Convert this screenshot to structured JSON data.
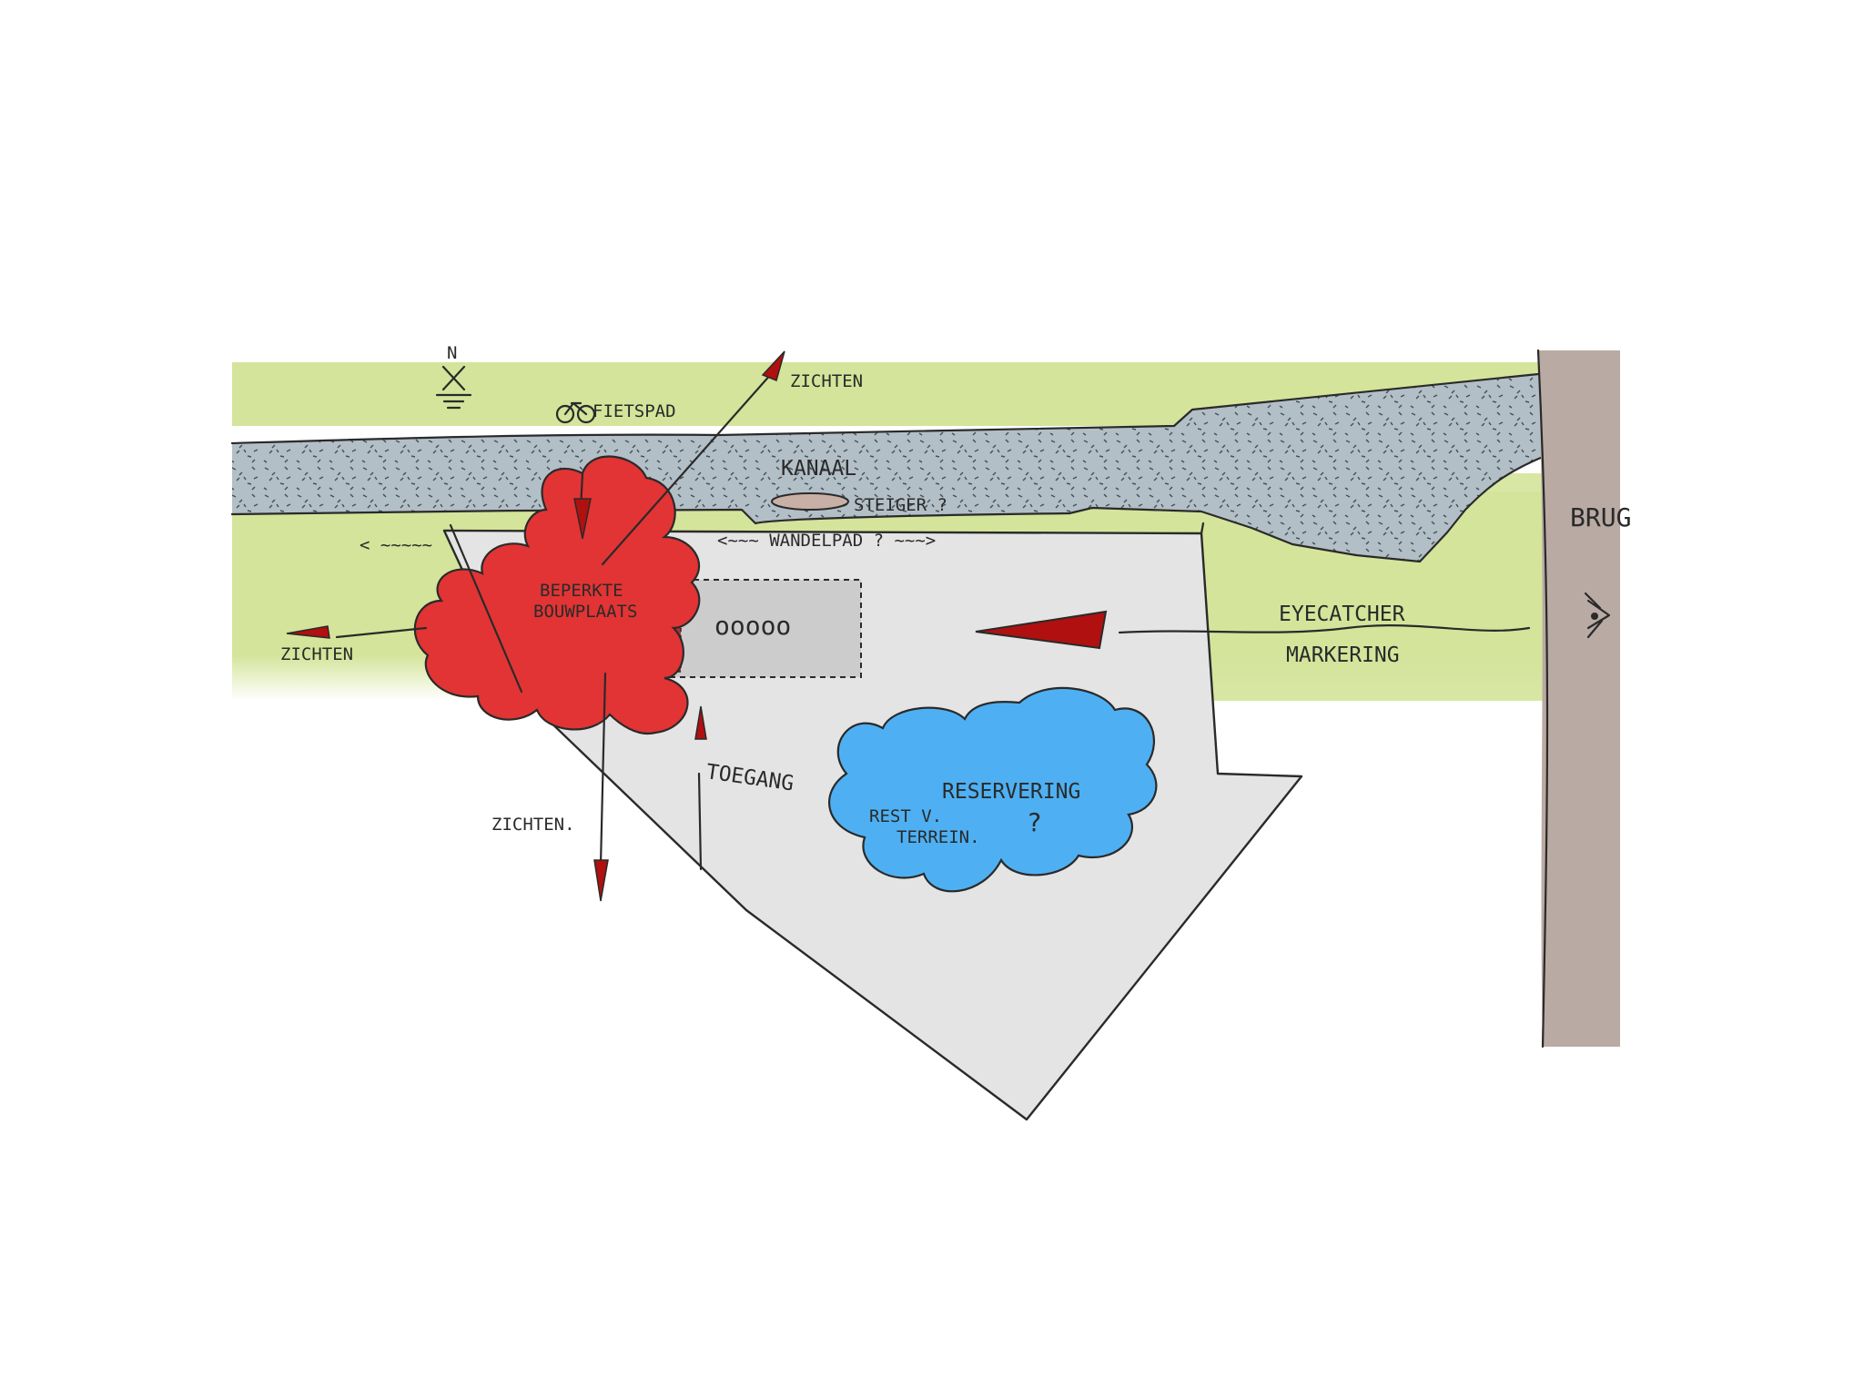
{
  "colors": {
    "grass": "#d4e49a",
    "canal": "#b3bfc7",
    "site": "#e4e4e4",
    "bridge": "#b9aaa3",
    "red_zone": "#e23434",
    "arrow_red": "#b01010",
    "blue_zone": "#4eb0f2",
    "building": "#cccccc"
  },
  "labels": {
    "north": "N",
    "fietspad": "FIETSPAD",
    "kanaal": "KANAAL",
    "steiger": "STEIGER ?",
    "wandelpad": "<~~~ WANDELPAD ? ~~~>",
    "zichten_top": "ZICHTEN",
    "zichten_left": "ZICHTEN",
    "zichten_bottom": "ZICHTEN.",
    "beperkte_line1": "BEPERKTE",
    "beperkte_line2": "BOUWPLAATS",
    "toegang": "TOEGANG",
    "brug": "BRUG",
    "eyecatcher": "EYECATCHER",
    "markering": "MARKERING",
    "reservering": "RESERVERING",
    "rest_line1": "REST V.",
    "rest_line2": "TERREIN.",
    "question": "?",
    "dots": "ooooo"
  }
}
